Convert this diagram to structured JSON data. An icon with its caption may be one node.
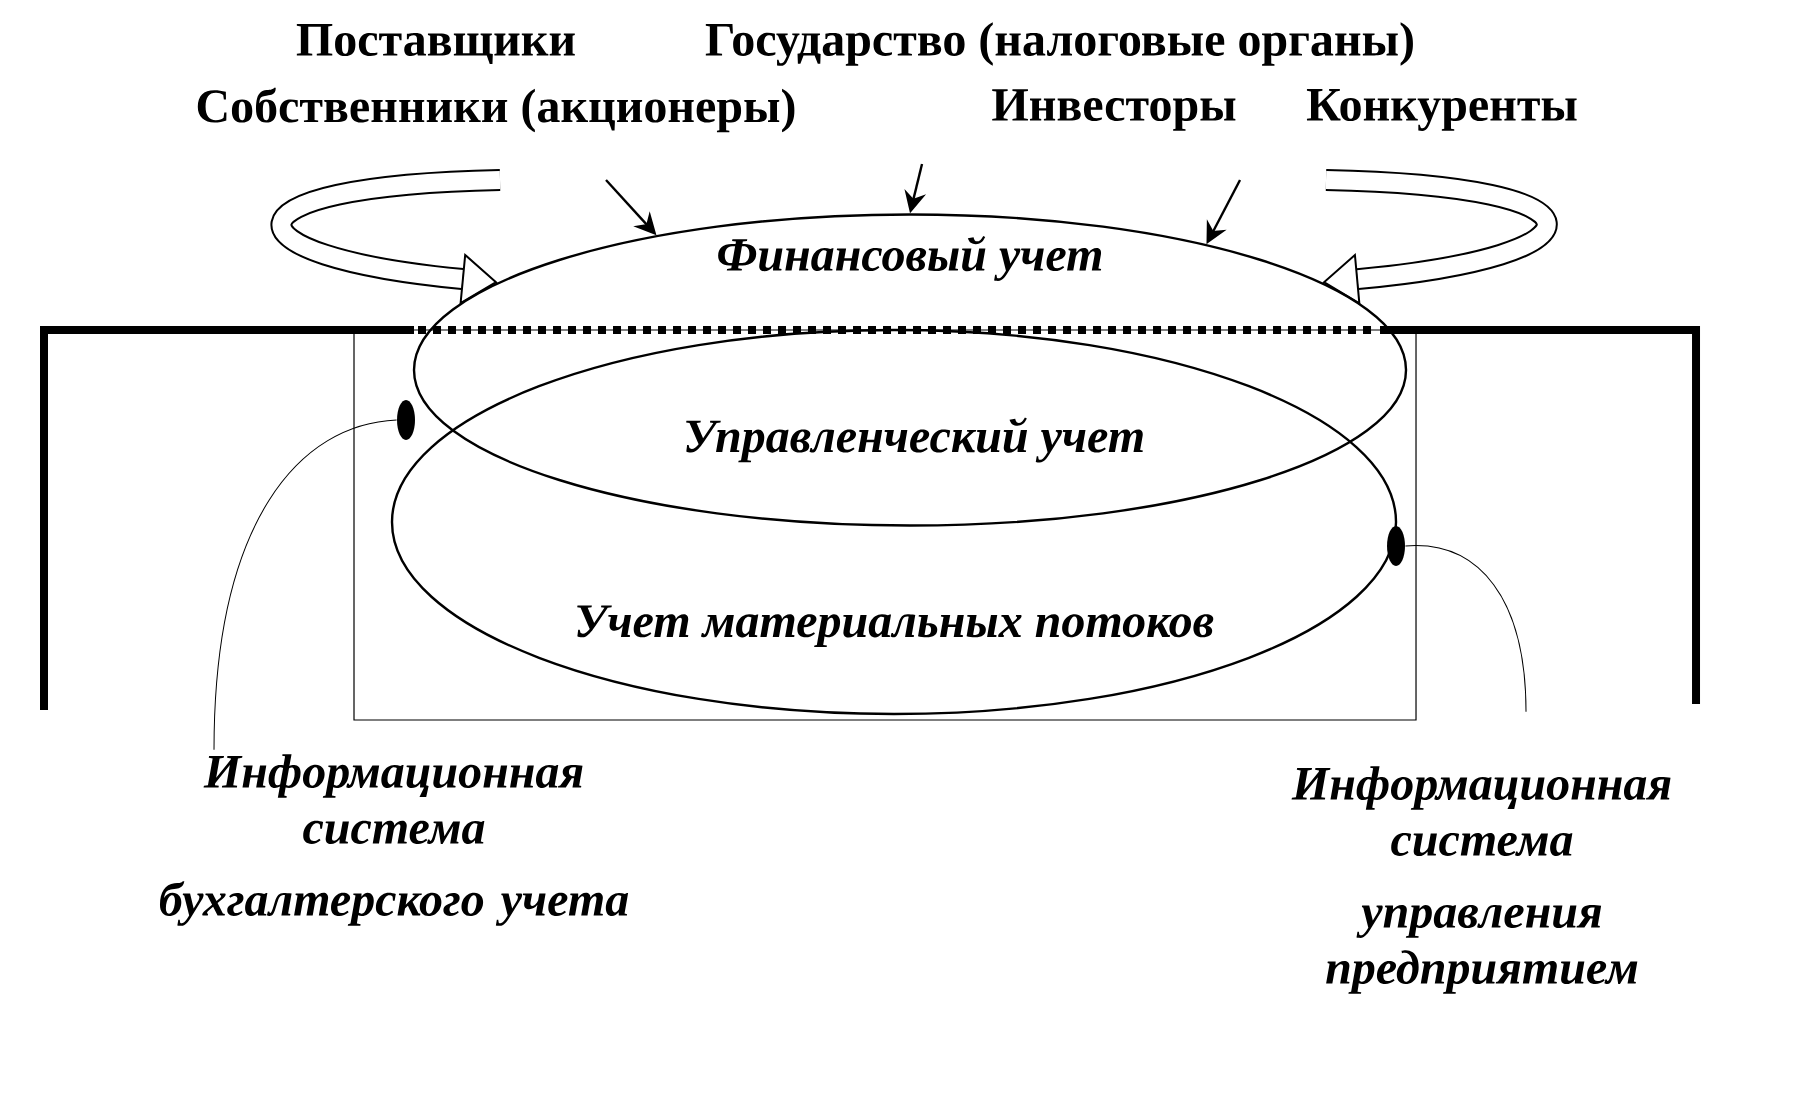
{
  "diagram": {
    "nodes": [
      {
        "text": [
          "Финансовый учет"
        ]
      },
      {
        "text": [
          "Учет материальных потоков"
        ]
      },
      {
        "text": [
          "Информационная система",
          "бухгалтерского учета"
        ]
      },
      {
        "text": [
          "Информационная система",
          "управления предприятием"
        ]
      },
      {
        "text": [],
        "shape": "circle"
      },
      {
        "text": [],
        "shape": "circle"
      }
    ],
    "edges": [
      {
        "from": null,
        "to": 0,
        "arrow": "to",
        "style": "thick"
      },
      {
        "from": null,
        "to": 0,
        "arrow": "to"
      },
      {
        "from": null,
        "to": 0,
        "arrow": "to"
      },
      {
        "from": null,
        "to": 0,
        "arrow": "to"
      },
      {
        "from": null,
        "to": 0,
        "arrow": "to",
        "style": "thick"
      },
      {
        "from": 2,
        "to": 4,
        "arrow": "none"
      },
      {
        "from": 3,
        "to": 5,
        "arrow": "none"
      }
    ],
    "labels": [
      "Поставщики",
      "Государство (налоговые органы)",
      "Собственники (акционеры)",
      "Инвесторы",
      "Конкуренты",
      "Управленческий учет"
    ]
  }
}
